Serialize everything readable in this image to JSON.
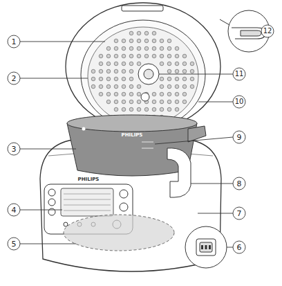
{
  "diagram": {
    "labels": [
      "1",
      "2",
      "3",
      "4",
      "5",
      "6",
      "7",
      "8",
      "9",
      "10",
      "11",
      "12",
      "PHILIPS",
      "PHILIPS"
    ]
  }
}
